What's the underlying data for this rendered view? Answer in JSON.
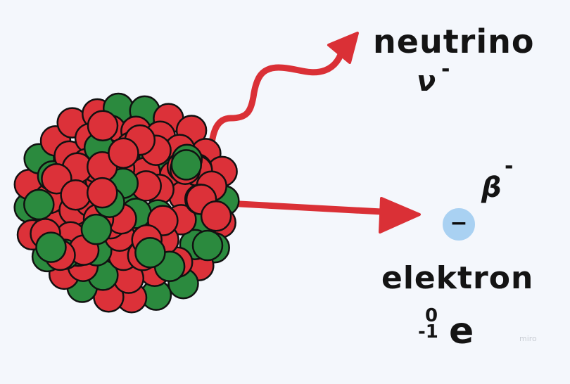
{
  "labels": {
    "neutrino": "neutrino",
    "neutrino_symbol": "ν",
    "neutrino_charge": "-",
    "beta_symbol": "β",
    "beta_charge": "-",
    "electron": "elektron",
    "electron_mass": "0",
    "electron_charge": "-1",
    "electron_symbol": "e",
    "electron_sign": "−"
  },
  "watermark": "miro",
  "colors": {
    "background": "#f4f7fc",
    "proton": "#dc3139",
    "neutron": "#2b8a3e",
    "arrow": "#da3036",
    "electron": "#a9d1f2",
    "outline": "#111111"
  }
}
